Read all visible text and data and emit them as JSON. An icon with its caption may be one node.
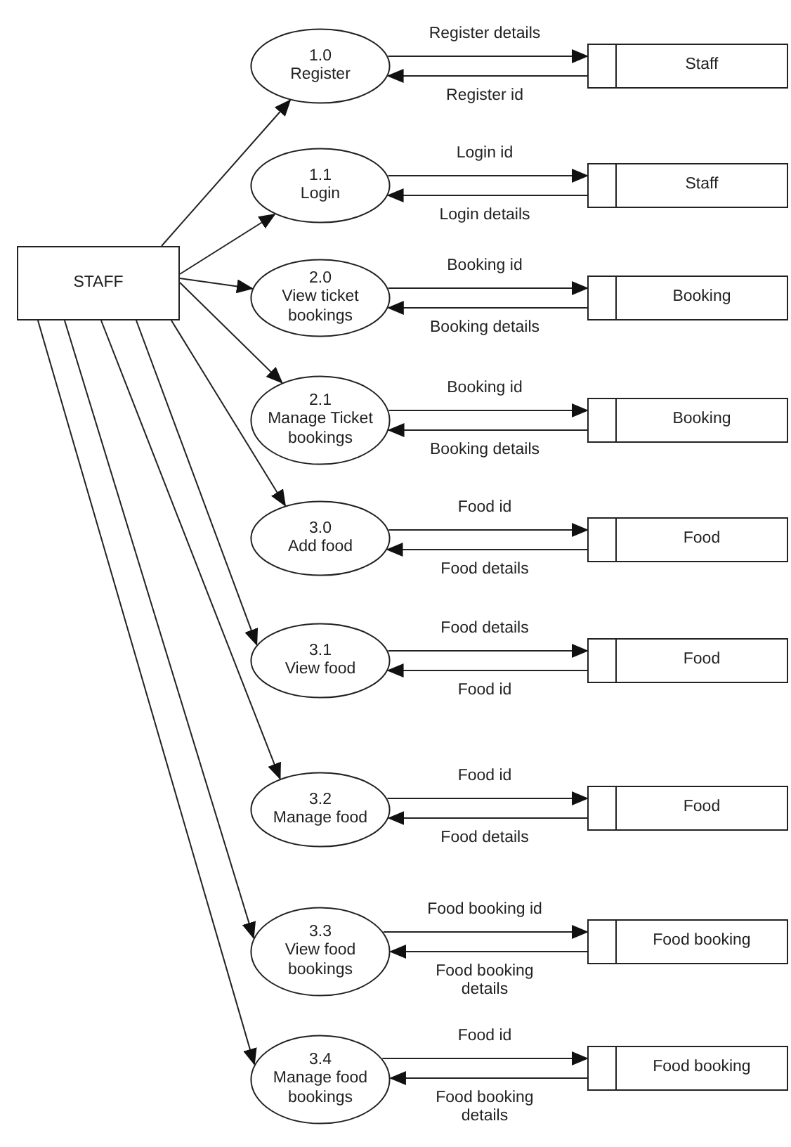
{
  "diagram": {
    "nodes": [
      {
        "text": [
          "STAFF"
        ]
      },
      {
        "text": [
          "1.0",
          "Register"
        ]
      },
      {
        "text": [
          "Staff"
        ]
      },
      {
        "text": [
          "1.1",
          "Login"
        ]
      },
      {
        "text": [
          "Staff"
        ]
      },
      {
        "text": [
          "2.0",
          "View ticket bookings"
        ]
      },
      {
        "text": [
          "Booking"
        ]
      },
      {
        "text": [
          "2.1",
          "Manage Ticket bookings"
        ]
      },
      {
        "text": [
          "Booking"
        ]
      },
      {
        "text": [
          "3.0",
          "Add food"
        ]
      },
      {
        "text": [
          "Food"
        ]
      },
      {
        "text": [
          "3.1",
          "View food"
        ]
      },
      {
        "text": [
          "Food"
        ]
      },
      {
        "text": [
          "3.2",
          "Manage food"
        ]
      },
      {
        "text": [
          "Food"
        ]
      },
      {
        "text": [
          "3.3",
          "View food bookings"
        ]
      },
      {
        "text": [
          "Food booking"
        ]
      },
      {
        "text": [
          "3.4",
          "Manage food bookings"
        ]
      },
      {
        "text": [
          "Food booking"
        ]
      }
    ],
    "edges": [
      {
        "from": 0,
        "to": 1,
        "arrow": "to"
      },
      {
        "from": 0,
        "to": 3,
        "arrow": "to"
      },
      {
        "from": 0,
        "to": 5,
        "arrow": "to"
      },
      {
        "from": 0,
        "to": 7,
        "arrow": "to"
      },
      {
        "from": 0,
        "to": 9,
        "arrow": "to"
      },
      {
        "from": 0,
        "to": 11,
        "arrow": "to"
      },
      {
        "from": 0,
        "to": 13,
        "arrow": "to"
      },
      {
        "from": 0,
        "to": 15,
        "arrow": "to"
      },
      {
        "from": 0,
        "to": 17,
        "arrow": "to"
      },
      {
        "from": 1,
        "to": 2,
        "arrow": "to",
        "label": "Register details"
      },
      {
        "from": 2,
        "to": 1,
        "arrow": "to",
        "label": "Register id"
      },
      {
        "from": 3,
        "to": 4,
        "arrow": "to",
        "label": "Login id"
      },
      {
        "from": 4,
        "to": 3,
        "arrow": "to",
        "label": "Login details"
      },
      {
        "from": 5,
        "to": 6,
        "arrow": "to",
        "label": "Booking id"
      },
      {
        "from": 6,
        "to": 5,
        "arrow": "to",
        "label": "Booking details"
      },
      {
        "from": 7,
        "to": 8,
        "arrow": "to",
        "label": "Booking id"
      },
      {
        "from": 8,
        "to": 7,
        "arrow": "to",
        "label": "Booking details"
      },
      {
        "from": 9,
        "to": 10,
        "arrow": "to",
        "label": "Food id"
      },
      {
        "from": 10,
        "to": 9,
        "arrow": "to",
        "label": "Food details"
      },
      {
        "from": 11,
        "to": 12,
        "arrow": "to",
        "label": "Food details"
      },
      {
        "from": 12,
        "to": 11,
        "arrow": "to",
        "label": "Food id"
      },
      {
        "from": 13,
        "to": 14,
        "arrow": "to",
        "label": "Food id"
      },
      {
        "from": 14,
        "to": 13,
        "arrow": "to",
        "label": "Food details"
      },
      {
        "from": 15,
        "to": 16,
        "arrow": "to",
        "label": "Food booking id"
      },
      {
        "from": 16,
        "to": 15,
        "arrow": "to",
        "label": "Food booking details"
      },
      {
        "from": 17,
        "to": 18,
        "arrow": "to",
        "label": "Food id"
      },
      {
        "from": 18,
        "to": 17,
        "arrow": "to",
        "label": "Food booking details"
      }
    ]
  }
}
